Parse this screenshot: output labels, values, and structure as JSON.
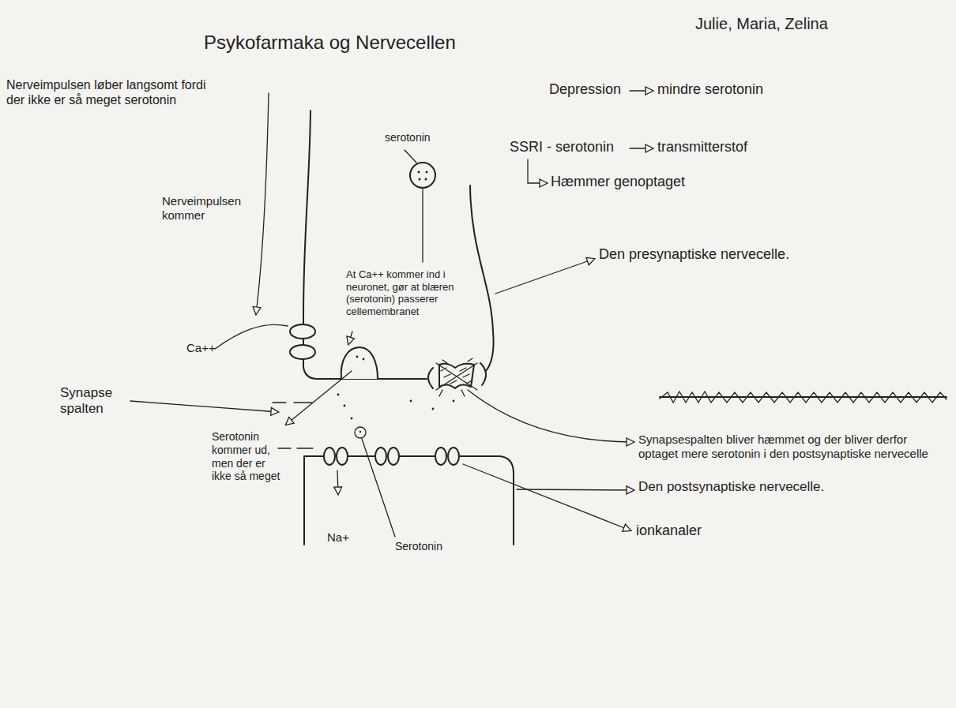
{
  "diagram": {
    "title": "Psykofarmaka og Nervecellen",
    "labels": [
      "Julie, Maria, Zelina",
      "Nerveimpulsen løber langsomt fordi der ikke er så meget serotonin",
      "Depression",
      "mindre serotonin",
      "SSRI - serotonin",
      "transmitterstof",
      "Hæmmer genoptaget",
      "serotonin",
      "Nerveimpulsen kommer",
      "At Ca++ kommer ind i neuronet, gør at blæren (serotonin) passerer cellemembranet",
      "Den presynaptiske nervecelle.",
      "Ca++",
      "Synapse spalten",
      "Serotonin kommer ud, men der er ikke så meget",
      "Synapsespalten bliver hæmmet og der bliver derfor optaget mere serotonin i den postsynaptiske nervecelle",
      "Den postsynaptiske nervecelle.",
      "Na+",
      "Serotonin",
      "ionkanaler"
    ]
  }
}
